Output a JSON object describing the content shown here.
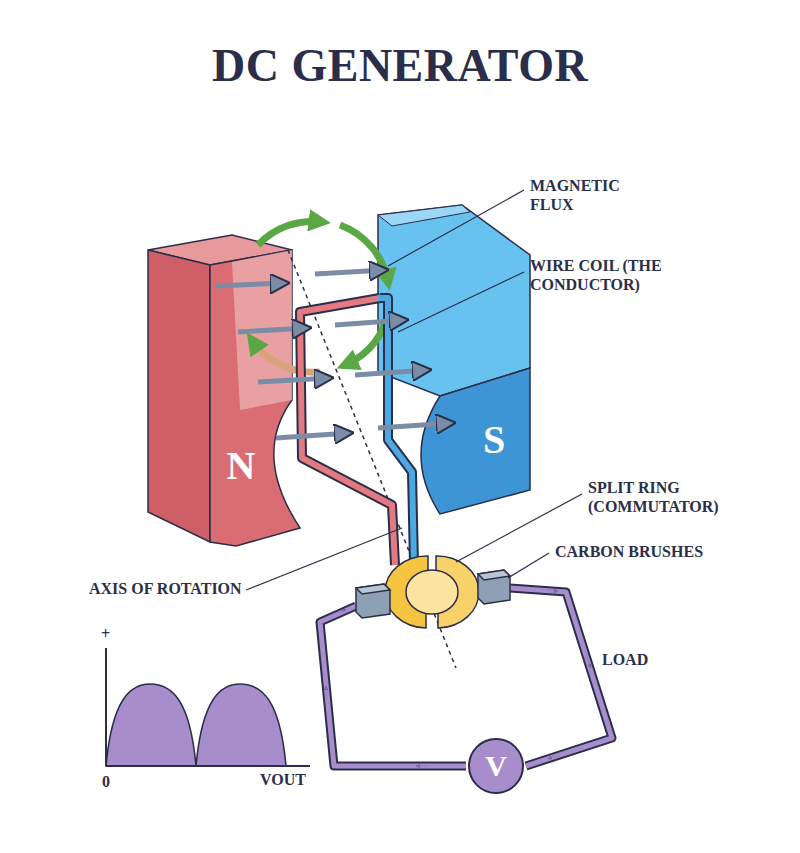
{
  "diagram": {
    "title": "DC GENERATOR",
    "nodes": [
      {
        "text": [
          "N"
        ]
      },
      {
        "text": [
          "S"
        ]
      },
      {
        "text": [
          "V"
        ]
      }
    ],
    "labels": [
      "MAGNETIC FLUX",
      "WIRE COIL (THE CONDUCTOR)",
      "SPLIT RING (COMMUTATOR)",
      "CARBON BRUSHES",
      "AXIS OF ROTATION",
      "LOAD",
      "+",
      "0",
      "VOUT"
    ]
  }
}
